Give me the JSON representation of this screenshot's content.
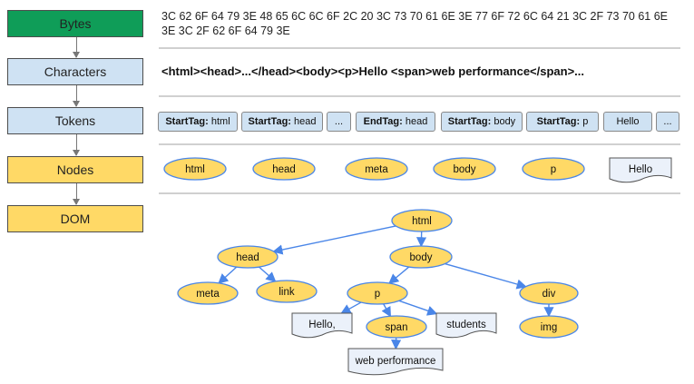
{
  "stages": [
    {
      "label": "Bytes",
      "color": "#0f9d58"
    },
    {
      "label": "Characters",
      "color": "#cfe2f3"
    },
    {
      "label": "Tokens",
      "color": "#cfe2f3"
    },
    {
      "label": "Nodes",
      "color": "#ffd966"
    },
    {
      "label": "DOM",
      "color": "#ffd966"
    }
  ],
  "bytes_text": "3C 62 6F 64 79 3E 48 65 6C 6C 6F 2C 20 3C 73 70 61 6E 3E 77 6F 72 6C 64 21 3C 2F 73 70 61 6E 3E 3C 2F 62 6F 64 79 3E",
  "characters_text": "<html><head>...</head><body><p>Hello <span>web performance</span>...",
  "tokens": [
    {
      "kind": "StartTag:",
      "name": "html"
    },
    {
      "kind": "StartTag:",
      "name": "head"
    },
    {
      "kind": "",
      "name": "..."
    },
    {
      "kind": "EndTag:",
      "name": "head"
    },
    {
      "kind": "StartTag:",
      "name": "body"
    },
    {
      "kind": "StartTag:",
      "name": "p"
    },
    {
      "kind": "",
      "name": "Hello"
    },
    {
      "kind": "",
      "name": "..."
    }
  ],
  "nodes": [
    {
      "label": "html",
      "type": "element"
    },
    {
      "label": "head",
      "type": "element"
    },
    {
      "label": "meta",
      "type": "element"
    },
    {
      "label": "body",
      "type": "element"
    },
    {
      "label": "p",
      "type": "element"
    },
    {
      "label": "Hello",
      "type": "text"
    }
  ],
  "dom_tree": {
    "nodes": [
      {
        "id": "html",
        "label": "html",
        "type": "element"
      },
      {
        "id": "head",
        "label": "head",
        "type": "element"
      },
      {
        "id": "body",
        "label": "body",
        "type": "element"
      },
      {
        "id": "meta",
        "label": "meta",
        "type": "element"
      },
      {
        "id": "link",
        "label": "link",
        "type": "element"
      },
      {
        "id": "p",
        "label": "p",
        "type": "element"
      },
      {
        "id": "div",
        "label": "div",
        "type": "element"
      },
      {
        "id": "hello",
        "label": "Hello,",
        "type": "text"
      },
      {
        "id": "span",
        "label": "span",
        "type": "element"
      },
      {
        "id": "students",
        "label": "students",
        "type": "text"
      },
      {
        "id": "img",
        "label": "img",
        "type": "element"
      },
      {
        "id": "webperf",
        "label": "web performance",
        "type": "text"
      }
    ],
    "edges": [
      [
        "html",
        "head"
      ],
      [
        "html",
        "body"
      ],
      [
        "head",
        "meta"
      ],
      [
        "head",
        "link"
      ],
      [
        "body",
        "p"
      ],
      [
        "body",
        "div"
      ],
      [
        "p",
        "hello"
      ],
      [
        "p",
        "span"
      ],
      [
        "p",
        "students"
      ],
      [
        "span",
        "webperf"
      ],
      [
        "div",
        "img"
      ]
    ]
  },
  "colors": {
    "element_fill": "#ffd966",
    "element_stroke": "#4a86e8",
    "text_fill": "#ebf1fa",
    "edge": "#4a86e8",
    "token_fill": "#cfe2f3"
  }
}
